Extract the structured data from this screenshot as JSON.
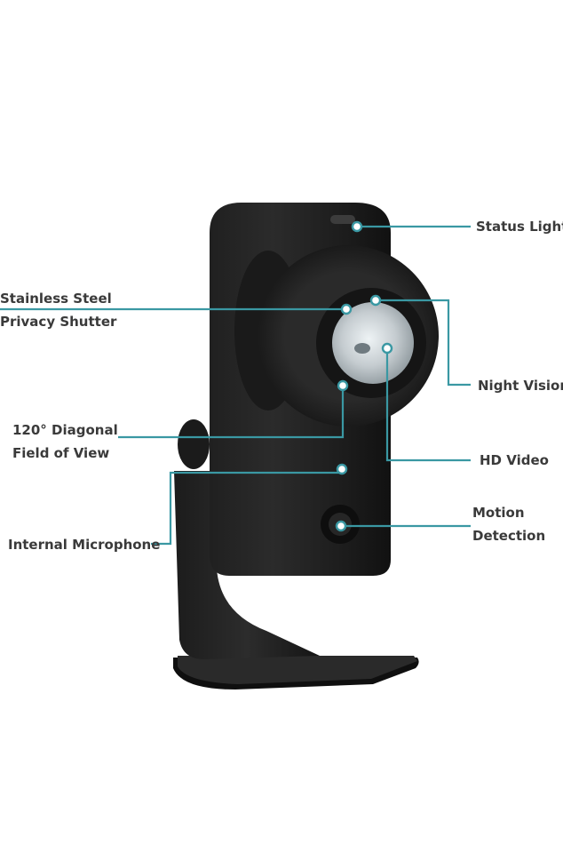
{
  "accent_color": "#3a98a3",
  "labels": {
    "status_light": "Status Light",
    "stainless_steel": [
      "Stainless Steel",
      "Privacy Shutter"
    ],
    "night_vision": "Night Vision",
    "diagonal_fov": [
      "120° Diagonal",
      "Field of View"
    ],
    "hd_video": "HD Video",
    "motion_detection": [
      "Motion",
      "Detection"
    ],
    "internal_microphone": "Internal Microphone"
  }
}
